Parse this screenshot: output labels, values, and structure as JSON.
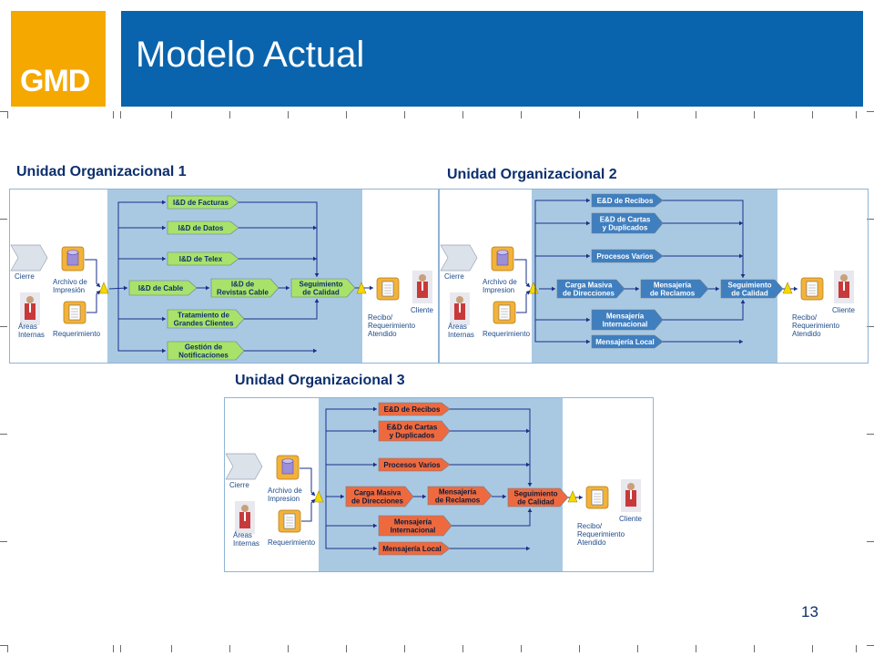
{
  "logo": {
    "text": "GMD"
  },
  "header": {
    "title": "Modelo Actual"
  },
  "page_number": "13",
  "units": [
    {
      "title": "Unidad Organizacional 1",
      "inputs": {
        "cierre": "Cierre",
        "archivo": [
          "Archivo de",
          "Impresión"
        ],
        "areas": [
          "Áreas",
          "Internas"
        ],
        "requerimiento": "Requerimiento"
      },
      "processes": {
        "facturas": [
          "I&D de Facturas"
        ],
        "datos": [
          "I&D de Datos"
        ],
        "telex": [
          "I&D de Telex"
        ],
        "cable": [
          "I&D de Cable"
        ],
        "revistas": [
          "I&D de",
          "Revistas Cable"
        ],
        "tratamiento": [
          "Tratamiento de",
          "Grandes Clientes"
        ],
        "gestion": [
          "Gestión de",
          "Notificaciones"
        ],
        "seguimiento": [
          "Seguimiento",
          "de Calidad"
        ]
      },
      "outputs": {
        "recibo": [
          "Recibo/",
          "Requerimiento",
          "Atendido"
        ],
        "cliente": "Cliente"
      }
    },
    {
      "title": "Unidad Organizacional 2",
      "inputs": {
        "cierre": "Cierre",
        "archivo": [
          "Archivo de",
          "Impresion"
        ],
        "areas": [
          "Áreas",
          "Internas"
        ],
        "requerimiento": "Requerimiento"
      },
      "processes": {
        "recibos": [
          "E&D de Recibos"
        ],
        "cartas": [
          "E&D de Cartas",
          "y Duplicados"
        ],
        "varios": [
          "Procesos Varios"
        ],
        "carga": [
          "Carga Masiva",
          "de Direcciones"
        ],
        "reclamos": [
          "Mensajería",
          "de Reclamos"
        ],
        "internacional": [
          "Mensajería",
          "Internacional"
        ],
        "local": [
          "Mensajería Local"
        ],
        "seguimiento": [
          "Seguimiento",
          "de Calidad"
        ]
      },
      "outputs": {
        "recibo": [
          "Recibo/",
          "Requerimiento",
          "Atendido"
        ],
        "cliente": "Cliente"
      }
    },
    {
      "title": "Unidad Organizacional 3",
      "inputs": {
        "cierre": "Cierre",
        "archivo": [
          "Archivo de",
          "Impresion"
        ],
        "areas": [
          "Áreas",
          "Internas"
        ],
        "requerimiento": "Requerimiento"
      },
      "processes": {
        "recibos": [
          "E&D de Recibos"
        ],
        "cartas": [
          "E&D de Cartas",
          "y Duplicados"
        ],
        "varios": [
          "Procesos Varios"
        ],
        "carga": [
          "Carga Masiva",
          "de Direcciones"
        ],
        "reclamos": [
          "Mensajería",
          "de Reclamos"
        ],
        "internacional": [
          "Mensajería",
          "Internacional"
        ],
        "local": [
          "Mensajería Local"
        ],
        "seguimiento": [
          "Seguimiento",
          "de Calidad"
        ]
      },
      "outputs": {
        "recibo": [
          "Recibo/",
          "Requerimiento",
          "Atendido"
        ],
        "cliente": "Cliente"
      }
    }
  ],
  "colors": {
    "banner": "#0a64ad",
    "logo": "#f5a800",
    "process_bg": "#a9c9e3",
    "unit1_process": "#a8e26a",
    "unit2_process": "#3f7fc0",
    "unit3_process": "#ee6a3e",
    "connector": "#1a2f8a",
    "title_text": "#0d2f6e"
  }
}
